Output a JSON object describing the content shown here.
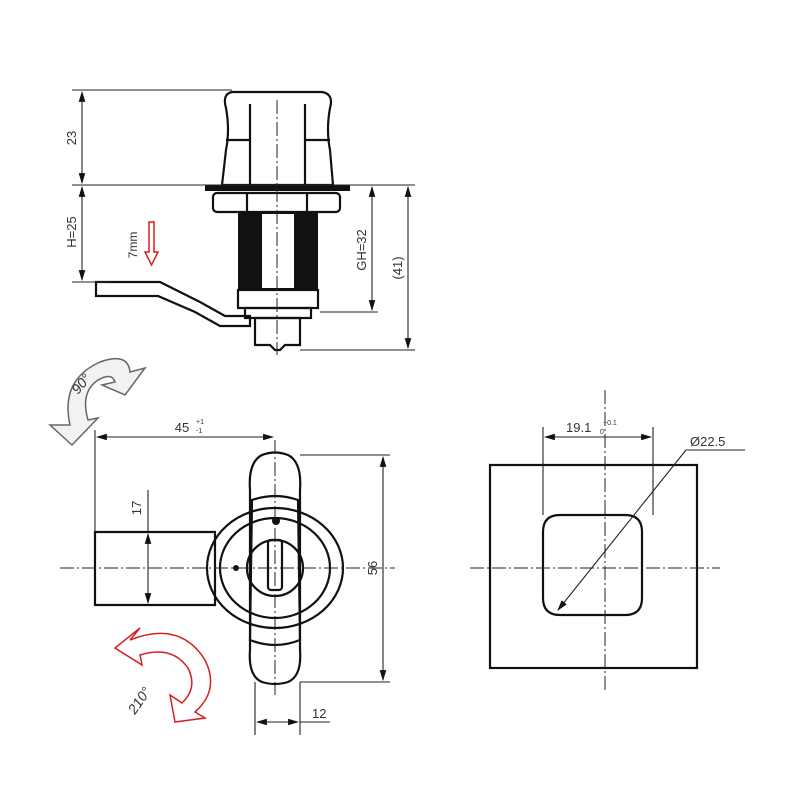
{
  "side_view": {
    "dim_head": "23",
    "dim_h": "H=25",
    "dim_gh": "GH=32",
    "dim_total": "(41)",
    "cam_travel": "7mm",
    "cam_travel_arrow_color": "#d42020"
  },
  "front_view": {
    "dim_cam_length": "45",
    "dim_cam_tol_upper": "+1",
    "dim_cam_tol_lower": "-1",
    "dim_cam_width": "17",
    "dim_height": "56",
    "dim_handle": "12",
    "rotation_ccw": "90°",
    "rotation_cw": "210°",
    "rotation_ccw_color": "#888888",
    "rotation_cw_color": "#d42020"
  },
  "cutout_view": {
    "dim_width": "19.1",
    "dim_width_tol_upper": "+0.1",
    "dim_width_tol_lower": "0",
    "dim_diameter": "Ø22.5"
  }
}
